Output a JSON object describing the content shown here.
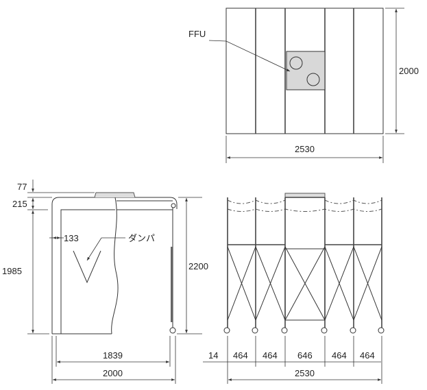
{
  "top_view": {
    "ffu_label": "FFU",
    "height_dim": "2000",
    "width_dim": "2530"
  },
  "side_view": {
    "dim_top_77": "77",
    "dim_215": "215",
    "dim_1985": "1985",
    "dim_133": "133",
    "damper_label": "ダンパ",
    "dim_2200": "2200",
    "dim_1839": "1839",
    "dim_2000": "2000"
  },
  "front_view": {
    "dim_offset": "14",
    "bay_dims": [
      "464",
      "464",
      "646",
      "464",
      "464"
    ],
    "total_dim": "2530"
  },
  "colors": {
    "ffu_fill": "#d8d8d8",
    "line": "#333333"
  }
}
